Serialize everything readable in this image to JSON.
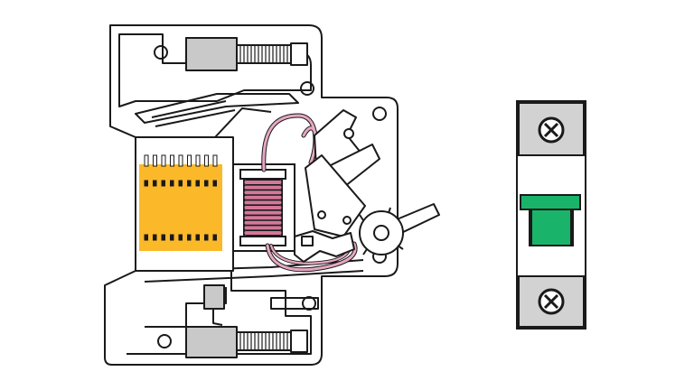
{
  "diagram": {
    "subject": "miniature-circuit-breaker",
    "views": [
      "cross-section",
      "front-face"
    ],
    "colors": {
      "background": "#ffffff",
      "outline": "#1a1a1a",
      "housing_fill": "#ffffff",
      "terminal_block": "#c9c9c9",
      "arc_chute": "#fbb829",
      "coil_winding": "#d4789a",
      "coil_wire": "#e6a7c1",
      "toggle_green": "#19b46a",
      "panel_grey": "#d2d2d2"
    },
    "components": {
      "arc_chute": {
        "slot_rows": 3,
        "slots_per_row": 9
      },
      "coil": {
        "turns": 11
      },
      "terminals": [
        "top-screw-terminal",
        "bottom-screw-terminal"
      ],
      "front_face_screws": [
        "top-screw",
        "bottom-screw"
      ],
      "toggle_state": "on"
    }
  }
}
